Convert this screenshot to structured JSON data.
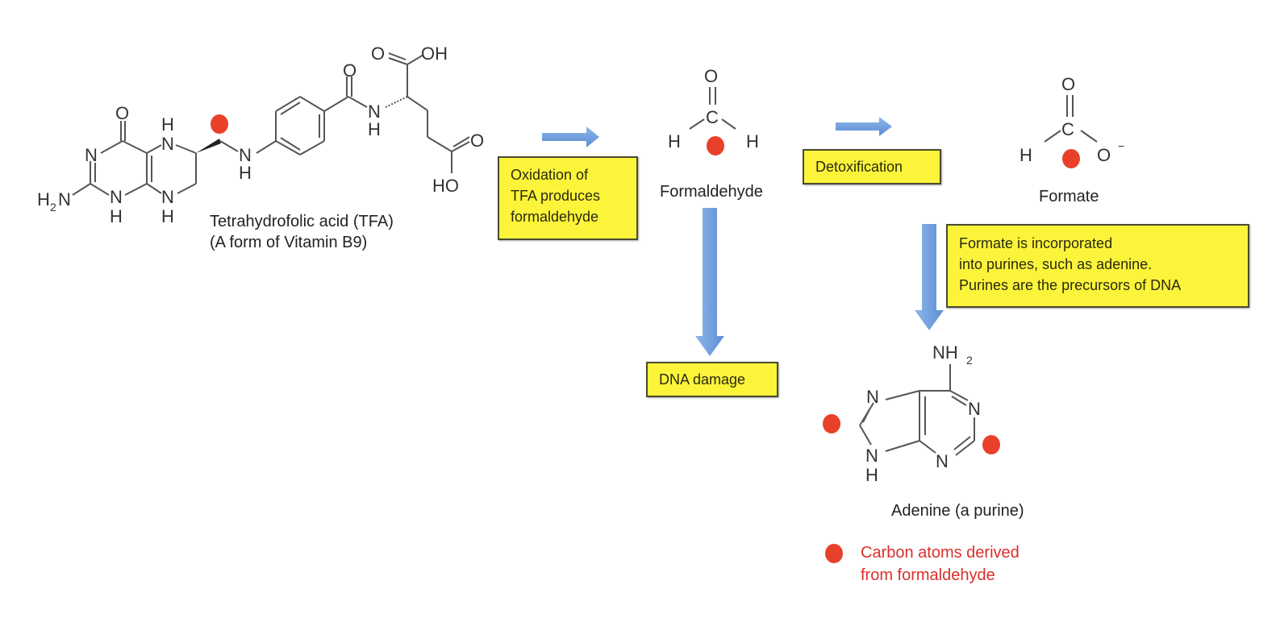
{
  "molecules": {
    "tfa": {
      "name": "Tetrahydrofolic acid (TFA)",
      "subtitle": "(A form of Vitamin B9)"
    },
    "formaldehyde": {
      "name": "Formaldehyde"
    },
    "formate": {
      "name": "Formate"
    },
    "adenine": {
      "name": "Adenine (a purine)"
    }
  },
  "boxes": {
    "oxidation": {
      "lines": [
        "Oxidation of",
        "TFA produces",
        "formaldehyde"
      ]
    },
    "detox": {
      "text": "Detoxification"
    },
    "dna_damage": {
      "text": "DNA damage"
    },
    "incorporation": {
      "lines": [
        "Formate is incorporated",
        "into purines, such as adenine.",
        "Purines are the precursors of DNA"
      ]
    }
  },
  "legend": {
    "lines": [
      "Carbon atoms derived",
      "from formaldehyde"
    ],
    "marker_color": "#e8402a"
  },
  "colors": {
    "highlight_dot": "#e8402a",
    "box_fill": "#fcf43a",
    "arrow_fill": "#6f9fdc"
  },
  "atoms": {
    "O": "O",
    "N": "N",
    "H": "H",
    "C": "C",
    "OH": "OH",
    "HO": "HO",
    "H2N": "H",
    "two": "2",
    "NH2": "NH",
    "minus": "−"
  }
}
